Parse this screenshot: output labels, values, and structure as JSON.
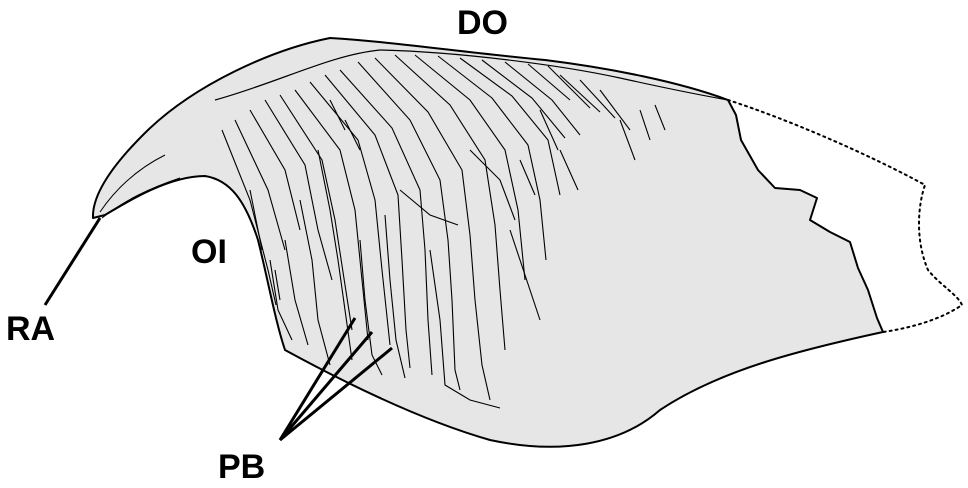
{
  "labels": {
    "dorsal": "DO",
    "inner": "OI",
    "apex": "RA",
    "bases": "PB"
  },
  "colors": {
    "fill": "#e6e6e6",
    "stroke": "#000000",
    "background": "#ffffff"
  }
}
